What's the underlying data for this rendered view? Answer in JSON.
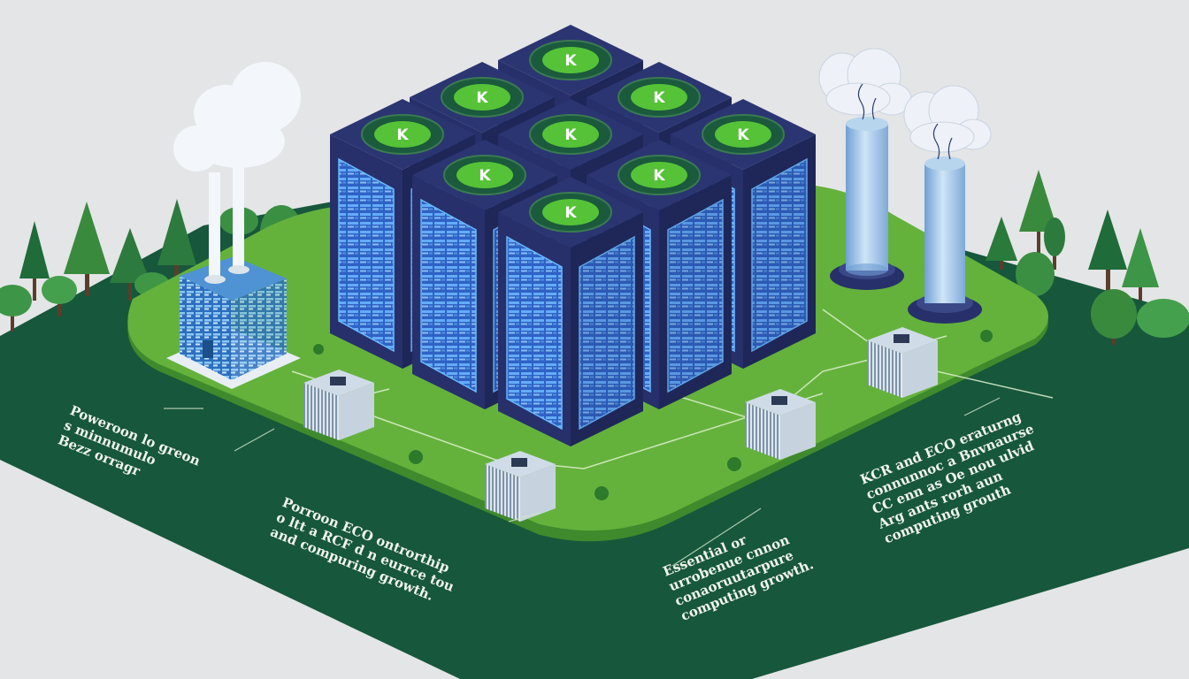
{
  "scene": {
    "colors": {
      "background": "#e4e5e6",
      "ground_dark": "#17573c",
      "lawn": "#64b23c",
      "lawn_edge": "#3f8a2c",
      "server_body": "#27306a",
      "server_panel": "#3b7fd6",
      "server_glow": "#68b9ff",
      "fan_green": "#56c237",
      "tree_green": "#2f7a3d",
      "cloud": "#f3f6fa",
      "chimney_glass": "#9cc3e8"
    },
    "server_logo_letter": "K",
    "captions": [
      {
        "lines": [
          "Poweroon lo greon",
          "s minnumulo",
          "Bezz orragr"
        ]
      },
      {
        "lines": [
          "Porroon ECO ontrorthip",
          "o ltt a RCF d n eurrce tou",
          "and compuring growth."
        ]
      },
      {
        "lines": [
          "Essential or",
          "urrobenue cnnon",
          "conaoruutarpure",
          "computing growth."
        ]
      },
      {
        "lines": [
          "KCR and ECO eraturng",
          "connunnoc a Bnvnaurse",
          "CC enn as Oe nou ulvid",
          "Arg ants rorh aun",
          "computing grouth"
        ]
      }
    ]
  }
}
